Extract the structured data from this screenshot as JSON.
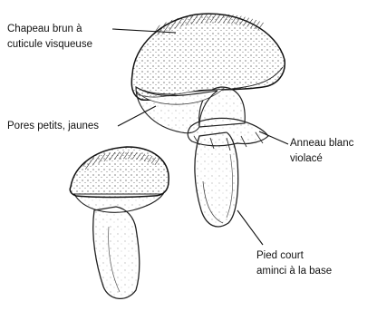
{
  "annotations": {
    "cap": {
      "line1": "Chapeau brun à",
      "line2": "cuticule visqueuse"
    },
    "pores": {
      "line1": "Pores petits, jaunes"
    },
    "ring": {
      "line1": "Anneau blanc",
      "line2": "violacé"
    },
    "stem": {
      "line1": "Pied court",
      "line2": "aminci à la base"
    }
  },
  "colors": {
    "ink": "#111111",
    "background": "#ffffff"
  }
}
